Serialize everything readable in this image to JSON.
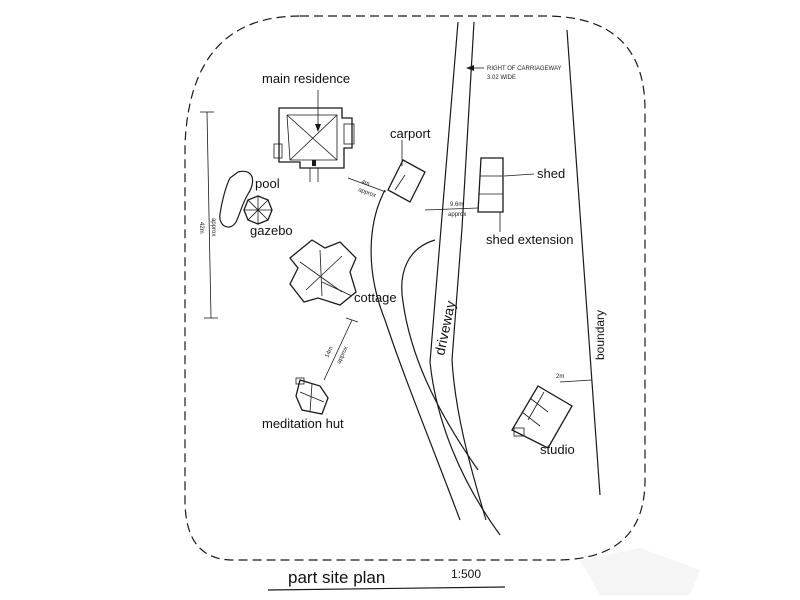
{
  "title": "part site plan",
  "scale": "1:500",
  "labels": {
    "main_residence": "main residence",
    "carport": "carport",
    "pool": "pool",
    "gazebo": "gazebo",
    "cottage": "cottage",
    "shed": "shed",
    "shed_extension": "shed extension",
    "driveway": "driveway",
    "meditation_hut": "meditation hut",
    "studio": "studio",
    "boundary": "boundary"
  },
  "right_of_carriageway": {
    "line1": "RIGHT OF CARRIAGEWAY",
    "line2": "3.02 WIDE"
  },
  "dimensions": {
    "d42": "42m",
    "d42_note": "approx",
    "d4": "4m",
    "d4_note": "approx",
    "d96": "9.6m",
    "d96_note": "approx",
    "d14": "14m",
    "d14_note": "approx",
    "d2": "2m"
  }
}
